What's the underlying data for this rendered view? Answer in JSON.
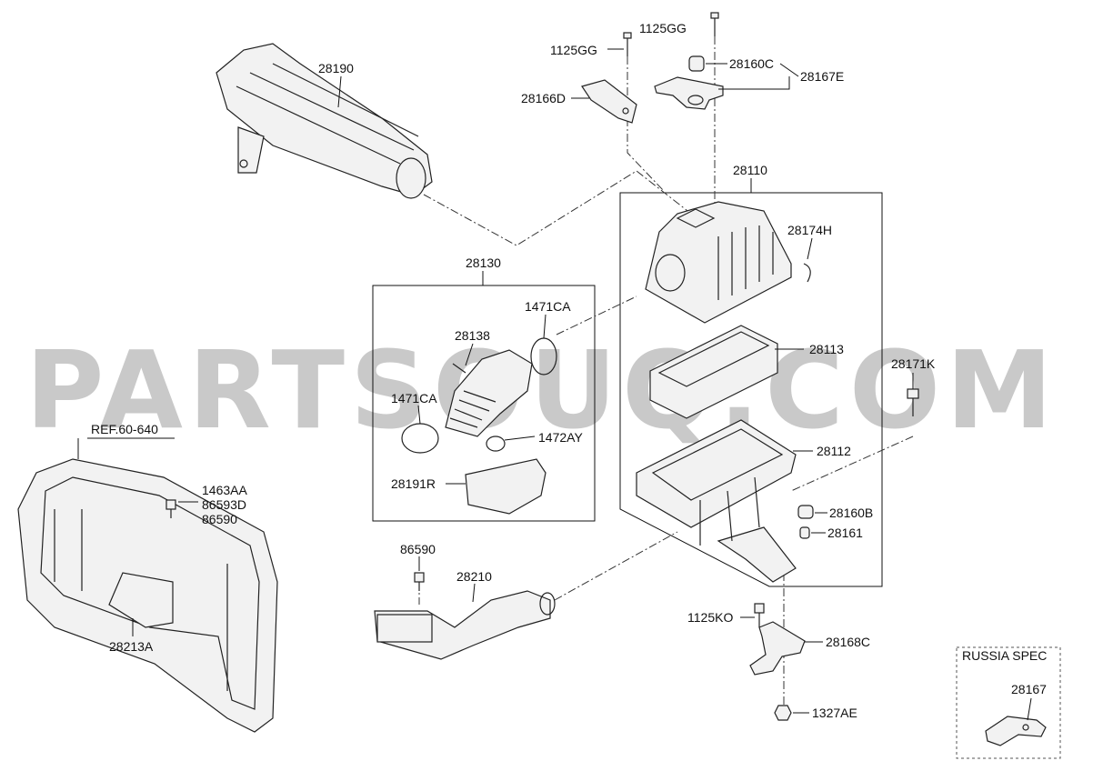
{
  "watermark": "PARTSOUQ.COM",
  "reference": "REF.60-640",
  "labels": {
    "p28190": "28190",
    "p1125GG_a": "1125GG",
    "p1125GG_b": "1125GG",
    "p28166D": "28166D",
    "p28160C": "28160C",
    "p28167E": "28167E",
    "p28110": "28110",
    "p28174H": "28174H",
    "p28130": "28130",
    "p1471CA_a": "1471CA",
    "p28138": "28138",
    "p1471CA_b": "1471CA",
    "p1472AY": "1472AY",
    "p28191R": "28191R",
    "p28113": "28113",
    "p28171K": "28171K",
    "p28112": "28112",
    "p28160B": "28160B",
    "p28161": "28161",
    "p1463AA": "1463AA",
    "p86593D": "86593D",
    "p86590_a": "86590",
    "p86590_b": "86590",
    "p28210": "28210",
    "p28213A": "28213A",
    "p1125KO": "1125KO",
    "p28168C": "28168C",
    "p1327AE": "1327AE"
  },
  "russia_spec": {
    "title": "RUSSIA SPEC",
    "part": "28167"
  }
}
